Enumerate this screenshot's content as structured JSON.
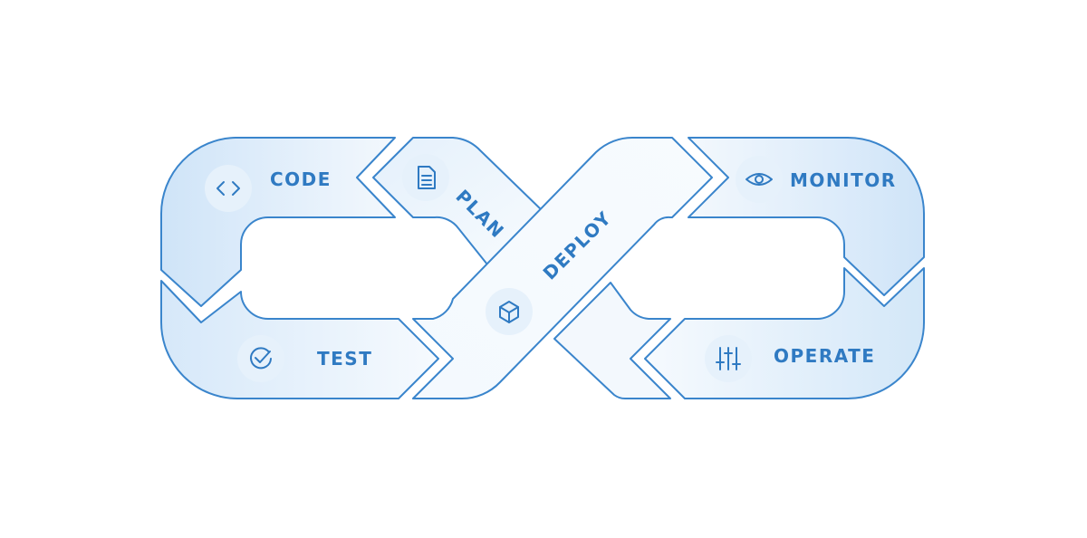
{
  "diagram": {
    "stages": [
      {
        "id": "code",
        "label": "CODE",
        "icon": "code-brackets-icon"
      },
      {
        "id": "plan",
        "label": "PLAN",
        "icon": "document-icon"
      },
      {
        "id": "deploy",
        "label": "DEPLOY",
        "icon": "package-box-icon"
      },
      {
        "id": "monitor",
        "label": "MONITOR",
        "icon": "eye-icon"
      },
      {
        "id": "operate",
        "label": "OPERATE",
        "icon": "sliders-icon"
      },
      {
        "id": "test",
        "label": "TEST",
        "icon": "check-circle-icon"
      }
    ],
    "colors": {
      "stroke": "#3a85cc",
      "text": "#2f7ac2",
      "fill_light": "#eef5fc",
      "fill_mid": "#d3e7f8",
      "badge": "#e6f1fb"
    }
  }
}
